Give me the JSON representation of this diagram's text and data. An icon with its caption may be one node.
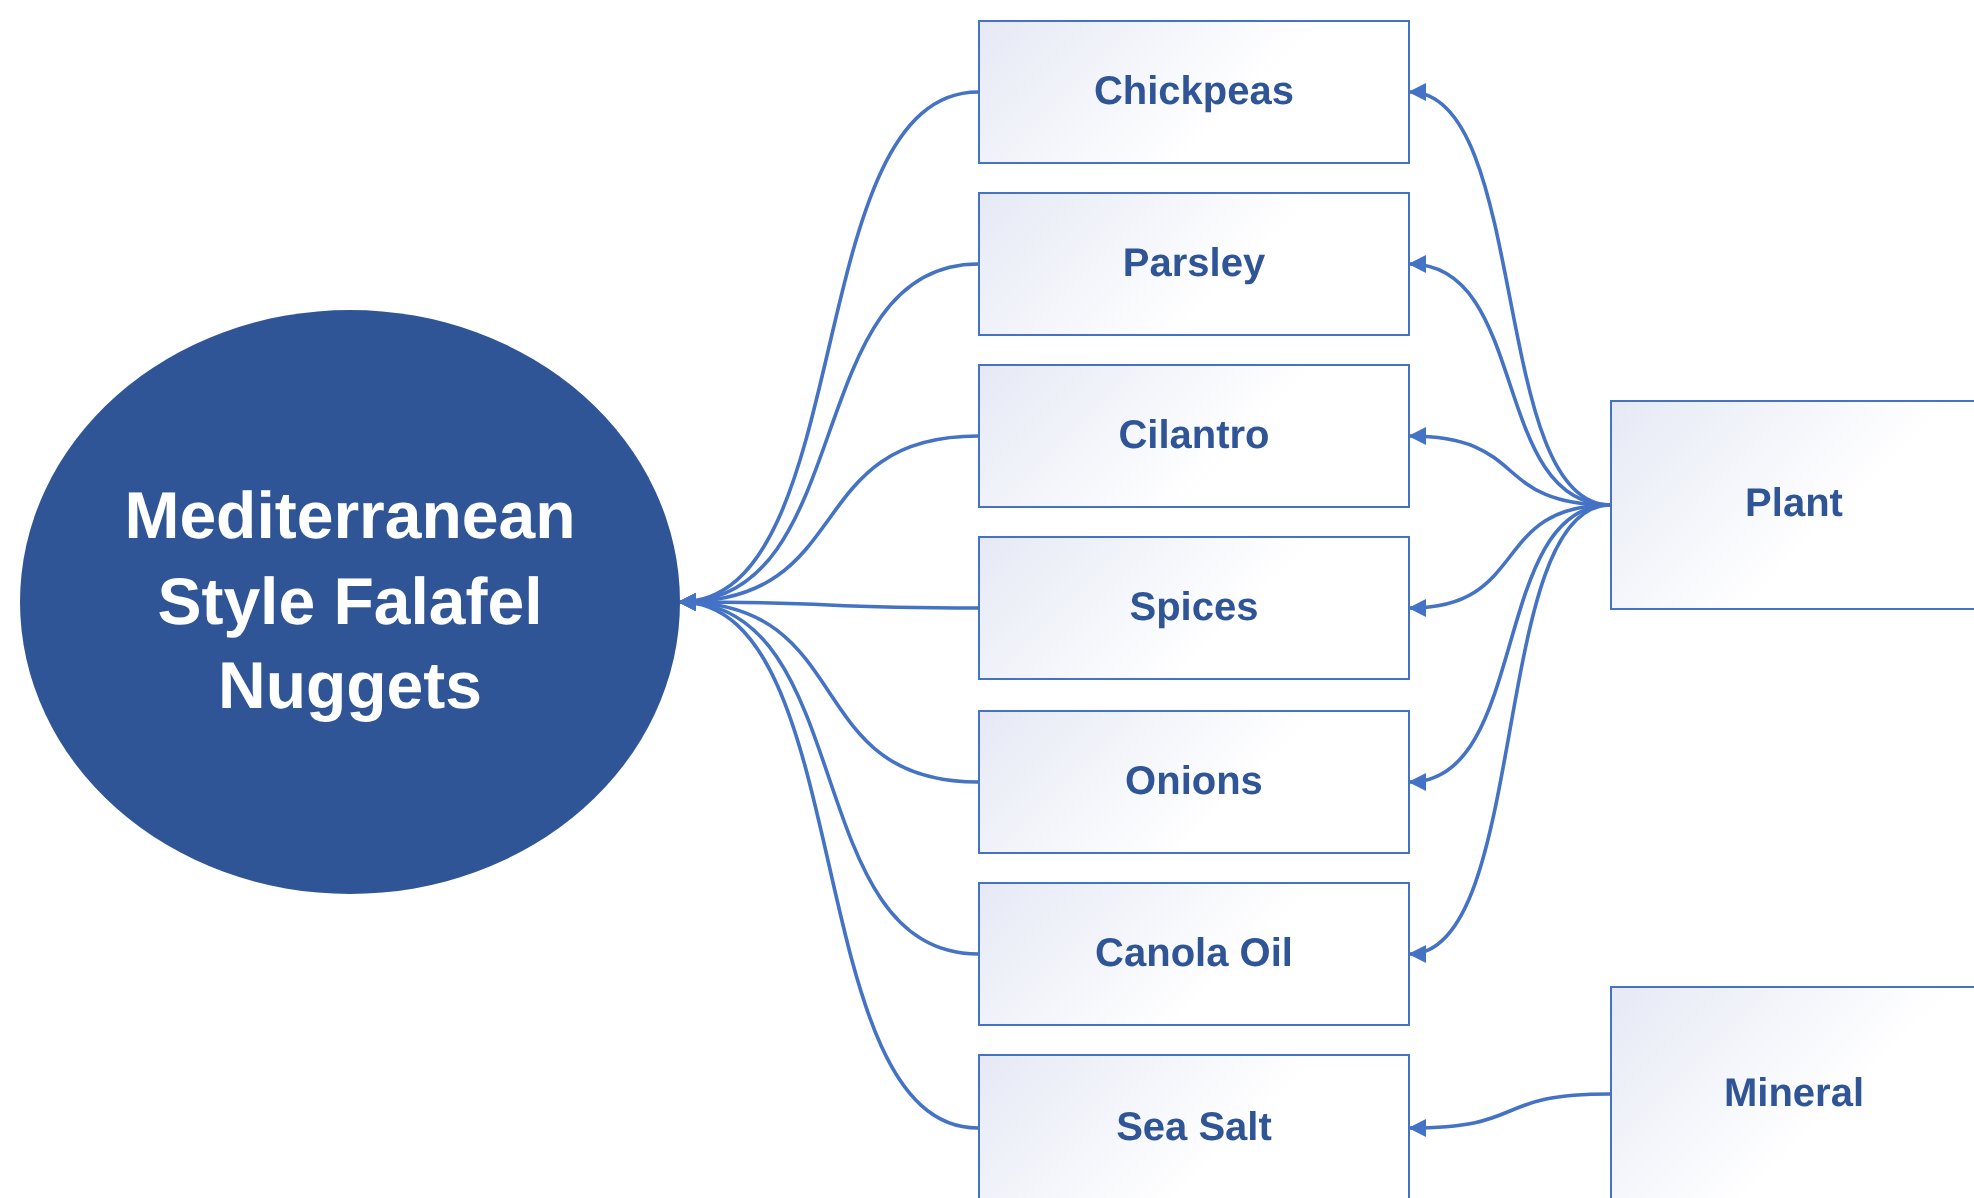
{
  "diagram": {
    "nodes": [
      {
        "text": [
          "Mediterranean Style Falafel Nuggets"
        ]
      },
      {
        "text": [
          "Chickpeas"
        ]
      },
      {
        "text": [
          "Parsley"
        ]
      },
      {
        "text": [
          "Cilantro"
        ]
      },
      {
        "text": [
          "Spices"
        ]
      },
      {
        "text": [
          "Onions"
        ]
      },
      {
        "text": [
          "Canola Oil"
        ]
      },
      {
        "text": [
          "Sea Salt"
        ]
      },
      {
        "text": [
          "Plant"
        ]
      },
      {
        "text": [
          "Mineral"
        ]
      }
    ],
    "edges": [
      {
        "from": 1,
        "to": 0,
        "arrow": "to"
      },
      {
        "from": 2,
        "to": 0,
        "arrow": "to"
      },
      {
        "from": 3,
        "to": 0,
        "arrow": "to"
      },
      {
        "from": 4,
        "to": 0,
        "arrow": "to"
      },
      {
        "from": 5,
        "to": 0,
        "arrow": "to"
      },
      {
        "from": 6,
        "to": 0,
        "arrow": "to"
      },
      {
        "from": 7,
        "to": 0,
        "arrow": "to"
      },
      {
        "from": 8,
        "to": 1,
        "arrow": "to"
      },
      {
        "from": 8,
        "to": 2,
        "arrow": "to"
      },
      {
        "from": 8,
        "to": 3,
        "arrow": "to"
      },
      {
        "from": 8,
        "to": 4,
        "arrow": "to"
      },
      {
        "from": 8,
        "to": 5,
        "arrow": "to"
      },
      {
        "from": 8,
        "to": 6,
        "arrow": "to"
      },
      {
        "from": 9,
        "to": 7,
        "arrow": "to"
      }
    ]
  }
}
